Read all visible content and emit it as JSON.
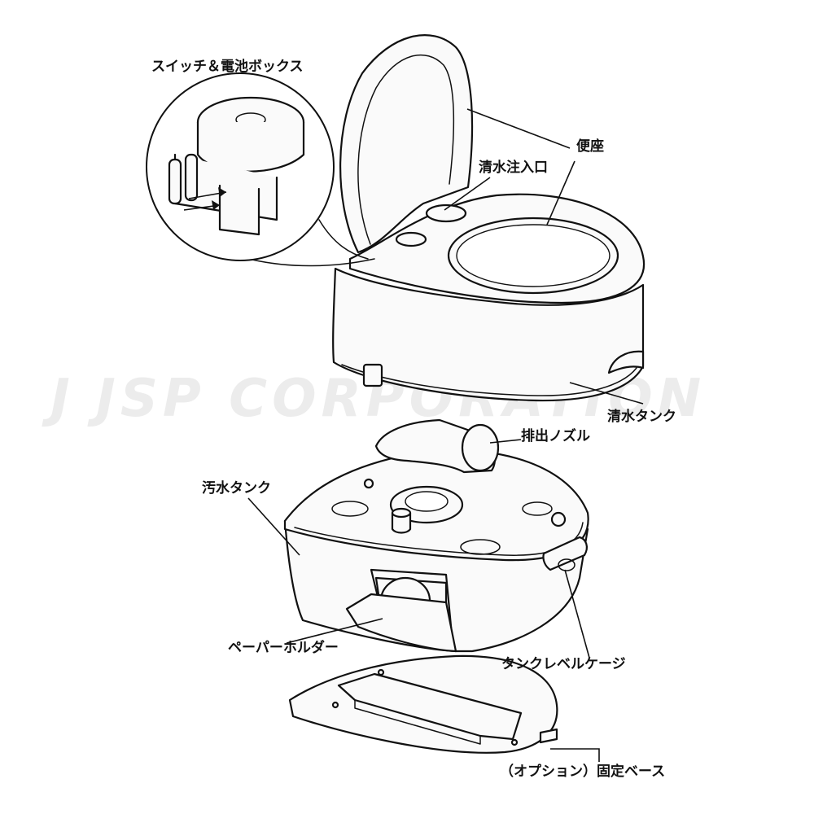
{
  "watermark": {
    "logo_mark": "J",
    "company": "JSP CORPORATION"
  },
  "labels": {
    "switch_battery_box": "スイッチ＆電池ボックス",
    "toilet_seat": "便座",
    "fresh_water_inlet": "清水注入口",
    "fresh_water_tank": "清水タンク",
    "discharge_nozzle": "排出ノズル",
    "waste_tank": "汚水タンク",
    "paper_holder": "ペーパーホルダー",
    "tank_level_gauge": "タンクレベルケージ",
    "fixed_base": "（オプション）固定ベース"
  },
  "colors": {
    "line": "#111111",
    "fill": "#fafafa",
    "watermark": "#ececec"
  }
}
